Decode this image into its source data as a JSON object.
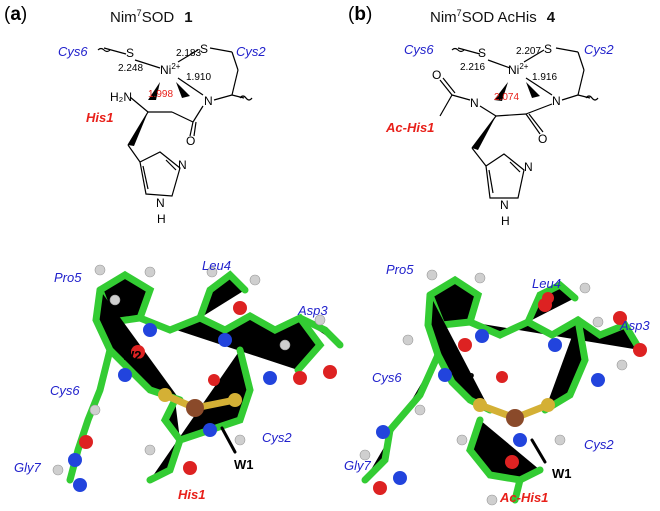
{
  "panel_a": {
    "tag_open": "(",
    "tag_letter": "a",
    "tag_close": ")",
    "title_prefix": "Nim",
    "title_sup": "7",
    "title_suffix": "SOD",
    "title_number": "1",
    "bond_lengths": [
      "2.183",
      "2.248",
      "1.910",
      "1.998"
    ],
    "atoms": {
      "s_left": "S",
      "s_right": "S",
      "ni": "Ni",
      "ni_charge": "2+",
      "h2n": "H₂N",
      "n_amide": "N",
      "o": "O",
      "n_ring1": "N",
      "n_ring2": "N",
      "h_ring": "H"
    },
    "labels": {
      "cys6": "Cys6",
      "cys2": "Cys2",
      "his1": "His1"
    },
    "model_labels": {
      "pro5": "Pro5",
      "leu4": "Leu4",
      "asp3": "Asp3",
      "w2": "W2",
      "cys6": "Cys6",
      "cys2": "Cys2",
      "gly7": "Gly7",
      "w1": "W1",
      "his1": "His1"
    }
  },
  "panel_b": {
    "tag_open": "(",
    "tag_letter": "b",
    "tag_close": ")",
    "title_prefix": "Nim",
    "title_sup": "7",
    "title_suffix": "SOD AcHis",
    "title_number": "4",
    "bond_lengths": [
      "2.207",
      "2.216",
      "1.916",
      "2.074"
    ],
    "atoms": {
      "s_left": "S",
      "s_right": "S",
      "ni": "Ni",
      "ni_charge": "2+",
      "o": "O",
      "n_left": "N",
      "n_right": "N",
      "o2": "O",
      "n_ring1": "N",
      "n_ring2": "N",
      "h_ring": "H"
    },
    "labels": {
      "cys6": "Cys6",
      "cys2": "Cys2",
      "achis1": "Ac-His1"
    },
    "model_labels": {
      "pro5": "Pro5",
      "leu4": "Leu4",
      "asp3": "Asp3",
      "cys6": "Cys6",
      "w2": "W2",
      "gly7": "Gly7",
      "cys2": "Cys2",
      "w1": "W1",
      "achis1": "Ac-His1"
    }
  },
  "colors": {
    "carbon": "#33cc33",
    "nitrogen": "#2244dd",
    "oxygen": "#dd2222",
    "sulfur": "#d4b035",
    "nickel": "#8a4a2a",
    "hydrogen": "#cfcfcf",
    "label_blue": "#2222cc",
    "label_red": "#e8201a"
  }
}
